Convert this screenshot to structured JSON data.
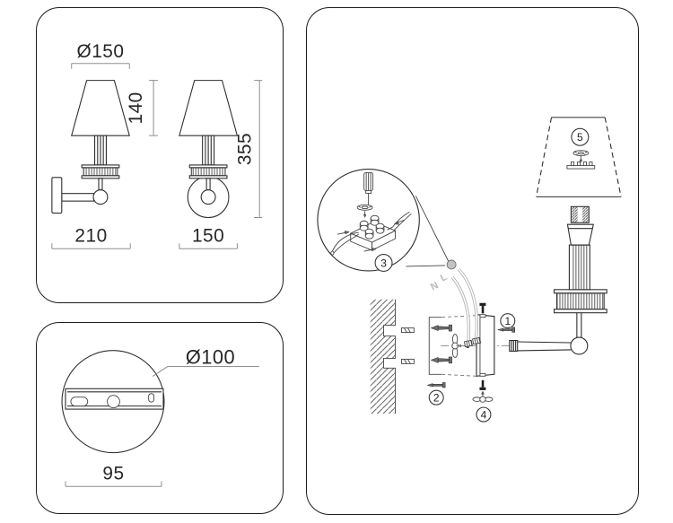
{
  "product_views": {
    "shade_diameter": "Ø150",
    "shade_height": "140",
    "total_height": "355",
    "depth": "210",
    "width": "150"
  },
  "backplate_view": {
    "diameter": "Ø100",
    "screw_spacing": "95"
  },
  "assembly": {
    "step1": "1",
    "step2": "2",
    "step3": "3",
    "step4": "4",
    "step5": "5",
    "wire_live": "L",
    "wire_neutral": "N"
  },
  "colors": {
    "background": "#ffffff",
    "panel_border": "#1c1c1c",
    "line": "#2e2e2e",
    "dimension_line": "#8f8f8f",
    "wire": "#b3b3b3",
    "text": "#262626"
  }
}
